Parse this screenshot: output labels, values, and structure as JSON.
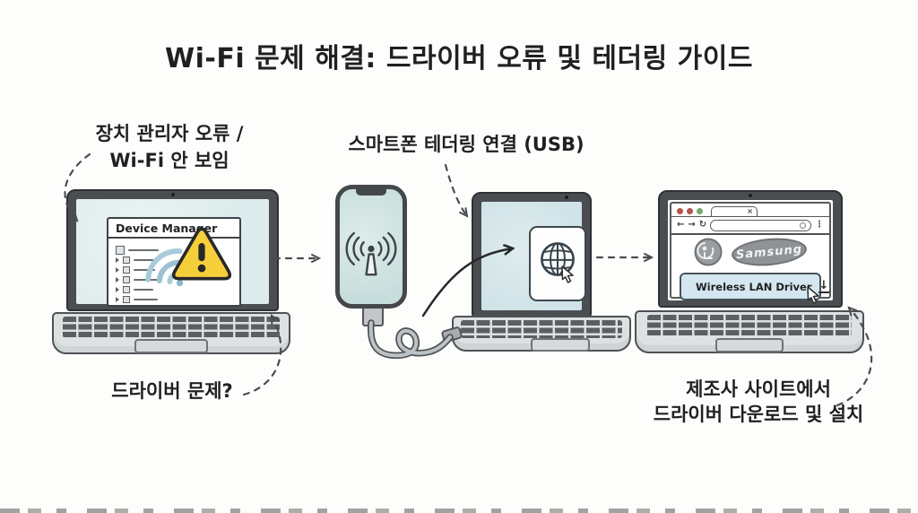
{
  "title": "Wi-Fi 문제 해결: 드라이버 오류 및 테더링 가이드",
  "step1": {
    "caption_line1": "장치 관리자 오류 /",
    "caption_line2": "Wi-Fi 안 보임",
    "window_title": "Device Manager",
    "question": "드라이버 문제?"
  },
  "step2": {
    "caption": "스마트폰 테더링 연결 (USB)"
  },
  "step3": {
    "caption_line1": "제조사 사이트에서",
    "caption_line2": "드라이버 다운로드 및 설치",
    "brand": "Samsung",
    "download_button": "Wireless LAN Driver"
  },
  "browser_icons": {
    "back": "←",
    "forward": "→",
    "reload": "↻",
    "menu": "⋮",
    "tab_close": "×",
    "download": "↓"
  },
  "colors": {
    "warning_yellow": "#f6ce3a",
    "wifi_blue": "#a9cbd9",
    "screen_tint": "#d9e8ea",
    "button_blue": "#d4e7f1",
    "brand_gray": "#8f9397",
    "ink": "#1f2022",
    "arrow_gray": "#4a4d4f"
  }
}
